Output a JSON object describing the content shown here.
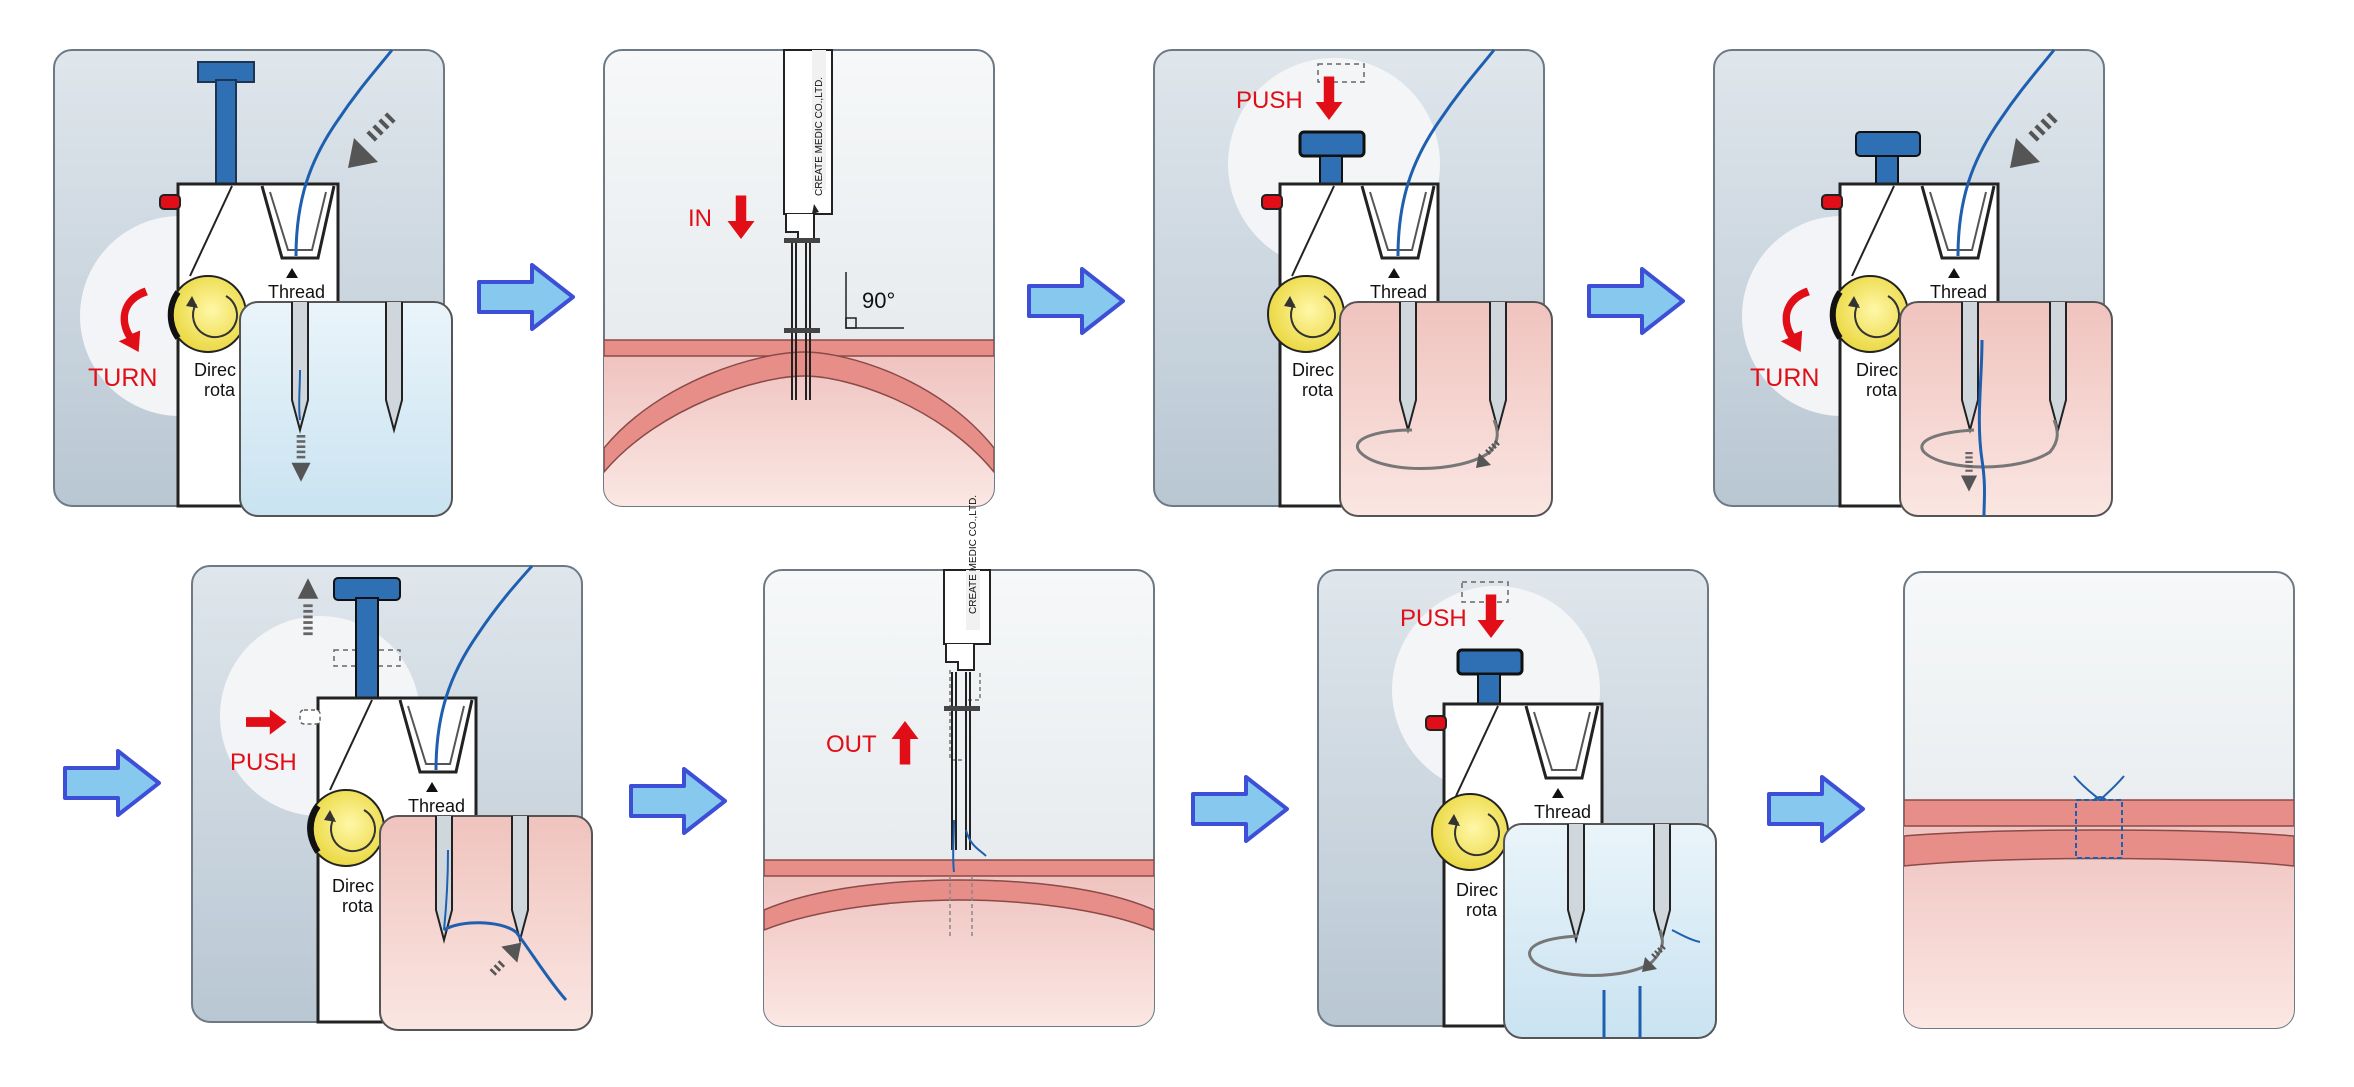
{
  "labels": {
    "turn": "TURN",
    "push": "PUSH",
    "in": "IN",
    "out": "OUT",
    "thread": "Thread",
    "angle": "90°",
    "direc": "Direc",
    "rota": "rota",
    "brand": "CREATE MEDIC CO.,LTD."
  },
  "colors": {
    "red": "#e10e17",
    "blue_plunger": "#2f6fb3",
    "thread_blue": "#1f5fb0",
    "step_arrow_fill": "#86c8ee",
    "step_arrow_stroke": "#3d4fd6",
    "device_panel": "#c9d5df",
    "tissue": "#f2c6c1",
    "tissue_band": "#e88e89",
    "yellow_dial": "#f3e55b"
  },
  "panel_order": [
    "step-1-turn",
    "step-2-insert",
    "step-3-push",
    "step-4-turn",
    "step-5-release-push",
    "step-6-withdraw",
    "step-7-push",
    "step-8-knot"
  ]
}
